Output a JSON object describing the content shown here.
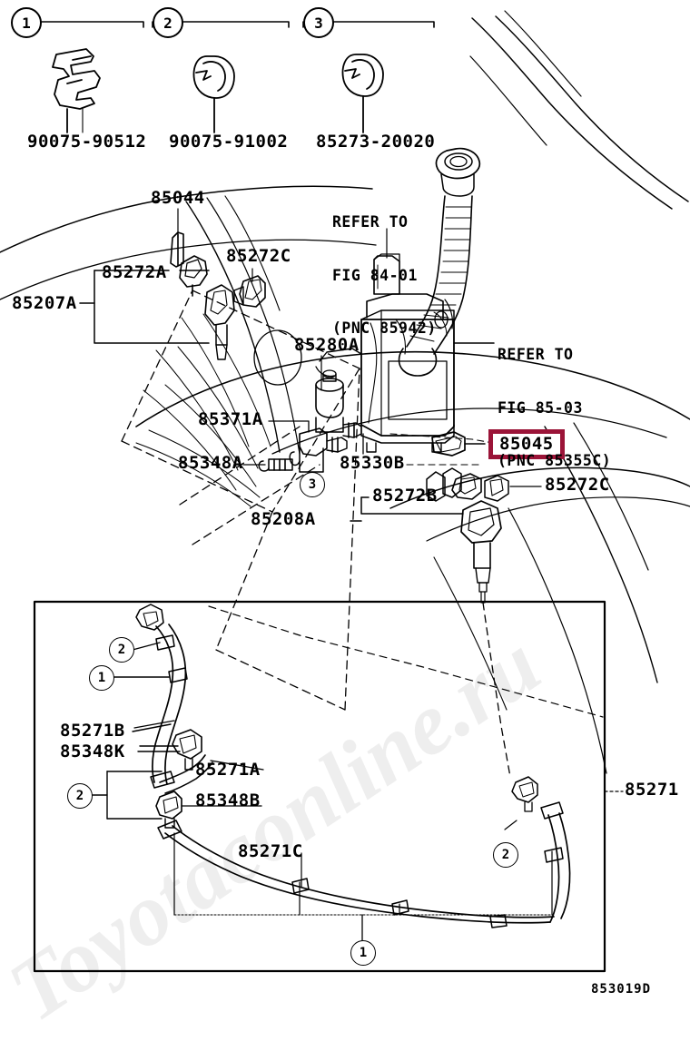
{
  "diagram": {
    "drawing_number": "853019D",
    "watermark_text": "Toyotaconline.ru",
    "highlight_color": "#9B1438"
  },
  "legend": {
    "items": [
      {
        "index": "1",
        "part_number": "90075-90512"
      },
      {
        "index": "2",
        "part_number": "90075-91002"
      },
      {
        "index": "3",
        "part_number": "85273-20020"
      }
    ]
  },
  "main": {
    "callouts": [
      {
        "id": "85044",
        "label": "85044"
      },
      {
        "id": "85272A",
        "label": "85272A"
      },
      {
        "id": "85207A",
        "label": "85207A"
      },
      {
        "id": "85272C1",
        "label": "85272C"
      },
      {
        "id": "85280A",
        "label": "85280A"
      },
      {
        "id": "85371A",
        "label": "85371A"
      },
      {
        "id": "85348A",
        "label": "85348A"
      },
      {
        "id": "85330B",
        "label": "85330B"
      },
      {
        "id": "85045",
        "label": "85045",
        "highlighted": true
      },
      {
        "id": "85272C2",
        "label": "85272C"
      },
      {
        "id": "85272B",
        "label": "85272B"
      },
      {
        "id": "85208A",
        "label": "85208A"
      }
    ],
    "references": [
      {
        "id": "ref-84-01",
        "line1": "REFER TO",
        "line2": "FIG 84-01",
        "line3": "(PNC 85942)"
      },
      {
        "id": "ref-85-03",
        "line1": "REFER TO",
        "line2": "FIG 85-03",
        "line3": "(PNC 85355C)"
      }
    ],
    "circle_markers": [
      {
        "id": "m3",
        "value": "3"
      }
    ]
  },
  "inset": {
    "group_label": "85271",
    "callouts": [
      {
        "id": "85271B",
        "label": "85271B"
      },
      {
        "id": "85348K",
        "label": "85348K"
      },
      {
        "id": "85271A",
        "label": "85271A"
      },
      {
        "id": "85348B",
        "label": "85348B"
      },
      {
        "id": "85271C",
        "label": "85271C"
      }
    ],
    "circle_markers": [
      {
        "id": "i-2a",
        "value": "2"
      },
      {
        "id": "i-1a",
        "value": "1"
      },
      {
        "id": "i-2b",
        "value": "2"
      },
      {
        "id": "i-2c",
        "value": "2"
      },
      {
        "id": "i-1b",
        "value": "1"
      }
    ]
  }
}
